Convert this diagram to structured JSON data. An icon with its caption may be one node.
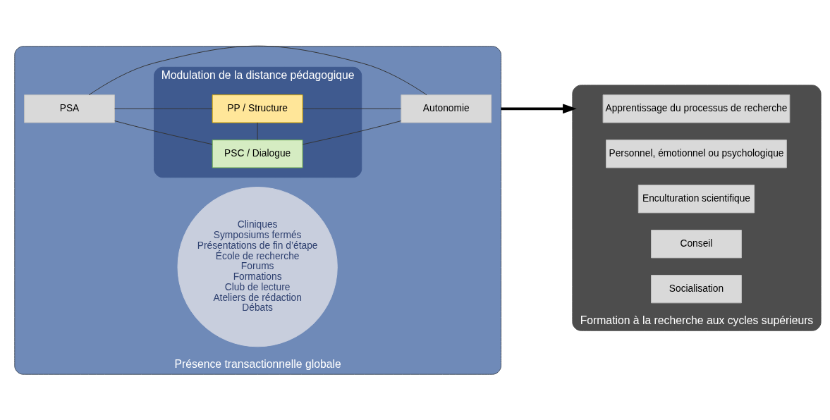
{
  "diagram": {
    "nodes": [
      {
        "text": [
          "Présence transactionnelle globale"
        ]
      },
      {
        "text": [
          "Modulation de la distance pédagogique"
        ],
        "in": 0
      },
      {
        "text": [
          "PSC / Dialogue"
        ],
        "in": 1
      },
      {
        "text": [
          "PSA"
        ],
        "in": 0
      },
      {
        "text": [
          "Cliniques",
          "Symposiums fermés",
          "Présentations de fin d’étape",
          "École de recherche",
          "Forums",
          "Formations",
          "Club de lecture",
          "Ateliers de rédaction",
          "Débats"
        ],
        "in": 0
      },
      {
        "text": [
          "Autonomie"
        ],
        "in": 0
      },
      {
        "text": [
          "PP / Structure"
        ],
        "in": 1
      },
      {
        "text": [
          "Formation à la recherche aux cycles supérieurs"
        ]
      },
      {
        "text": [
          "Apprentissage du processus de recherche"
        ],
        "in": 7
      },
      {
        "text": [
          "Personnel, émotionnel ou psychologique"
        ],
        "in": 7
      },
      {
        "text": [
          "Enculturation scientifique"
        ],
        "in": 7
      },
      {
        "text": [
          "Conseil"
        ],
        "in": 7
      },
      {
        "text": [
          "Socialisation"
        ],
        "in": 7
      }
    ],
    "edges": [
      {
        "from": 2,
        "to": 3,
        "arrow": "none"
      },
      {
        "from": 2,
        "to": 5,
        "arrow": "none"
      },
      {
        "from": 3,
        "to": 6,
        "arrow": "none"
      },
      {
        "from": 5,
        "to": 6,
        "arrow": "none"
      },
      {
        "from": 2,
        "to": 6,
        "arrow": "none"
      },
      {
        "from": 3,
        "to": 5,
        "arrow": "none"
      },
      {
        "from": 0,
        "to": 7,
        "arrow": "to",
        "style": "thick"
      }
    ]
  }
}
